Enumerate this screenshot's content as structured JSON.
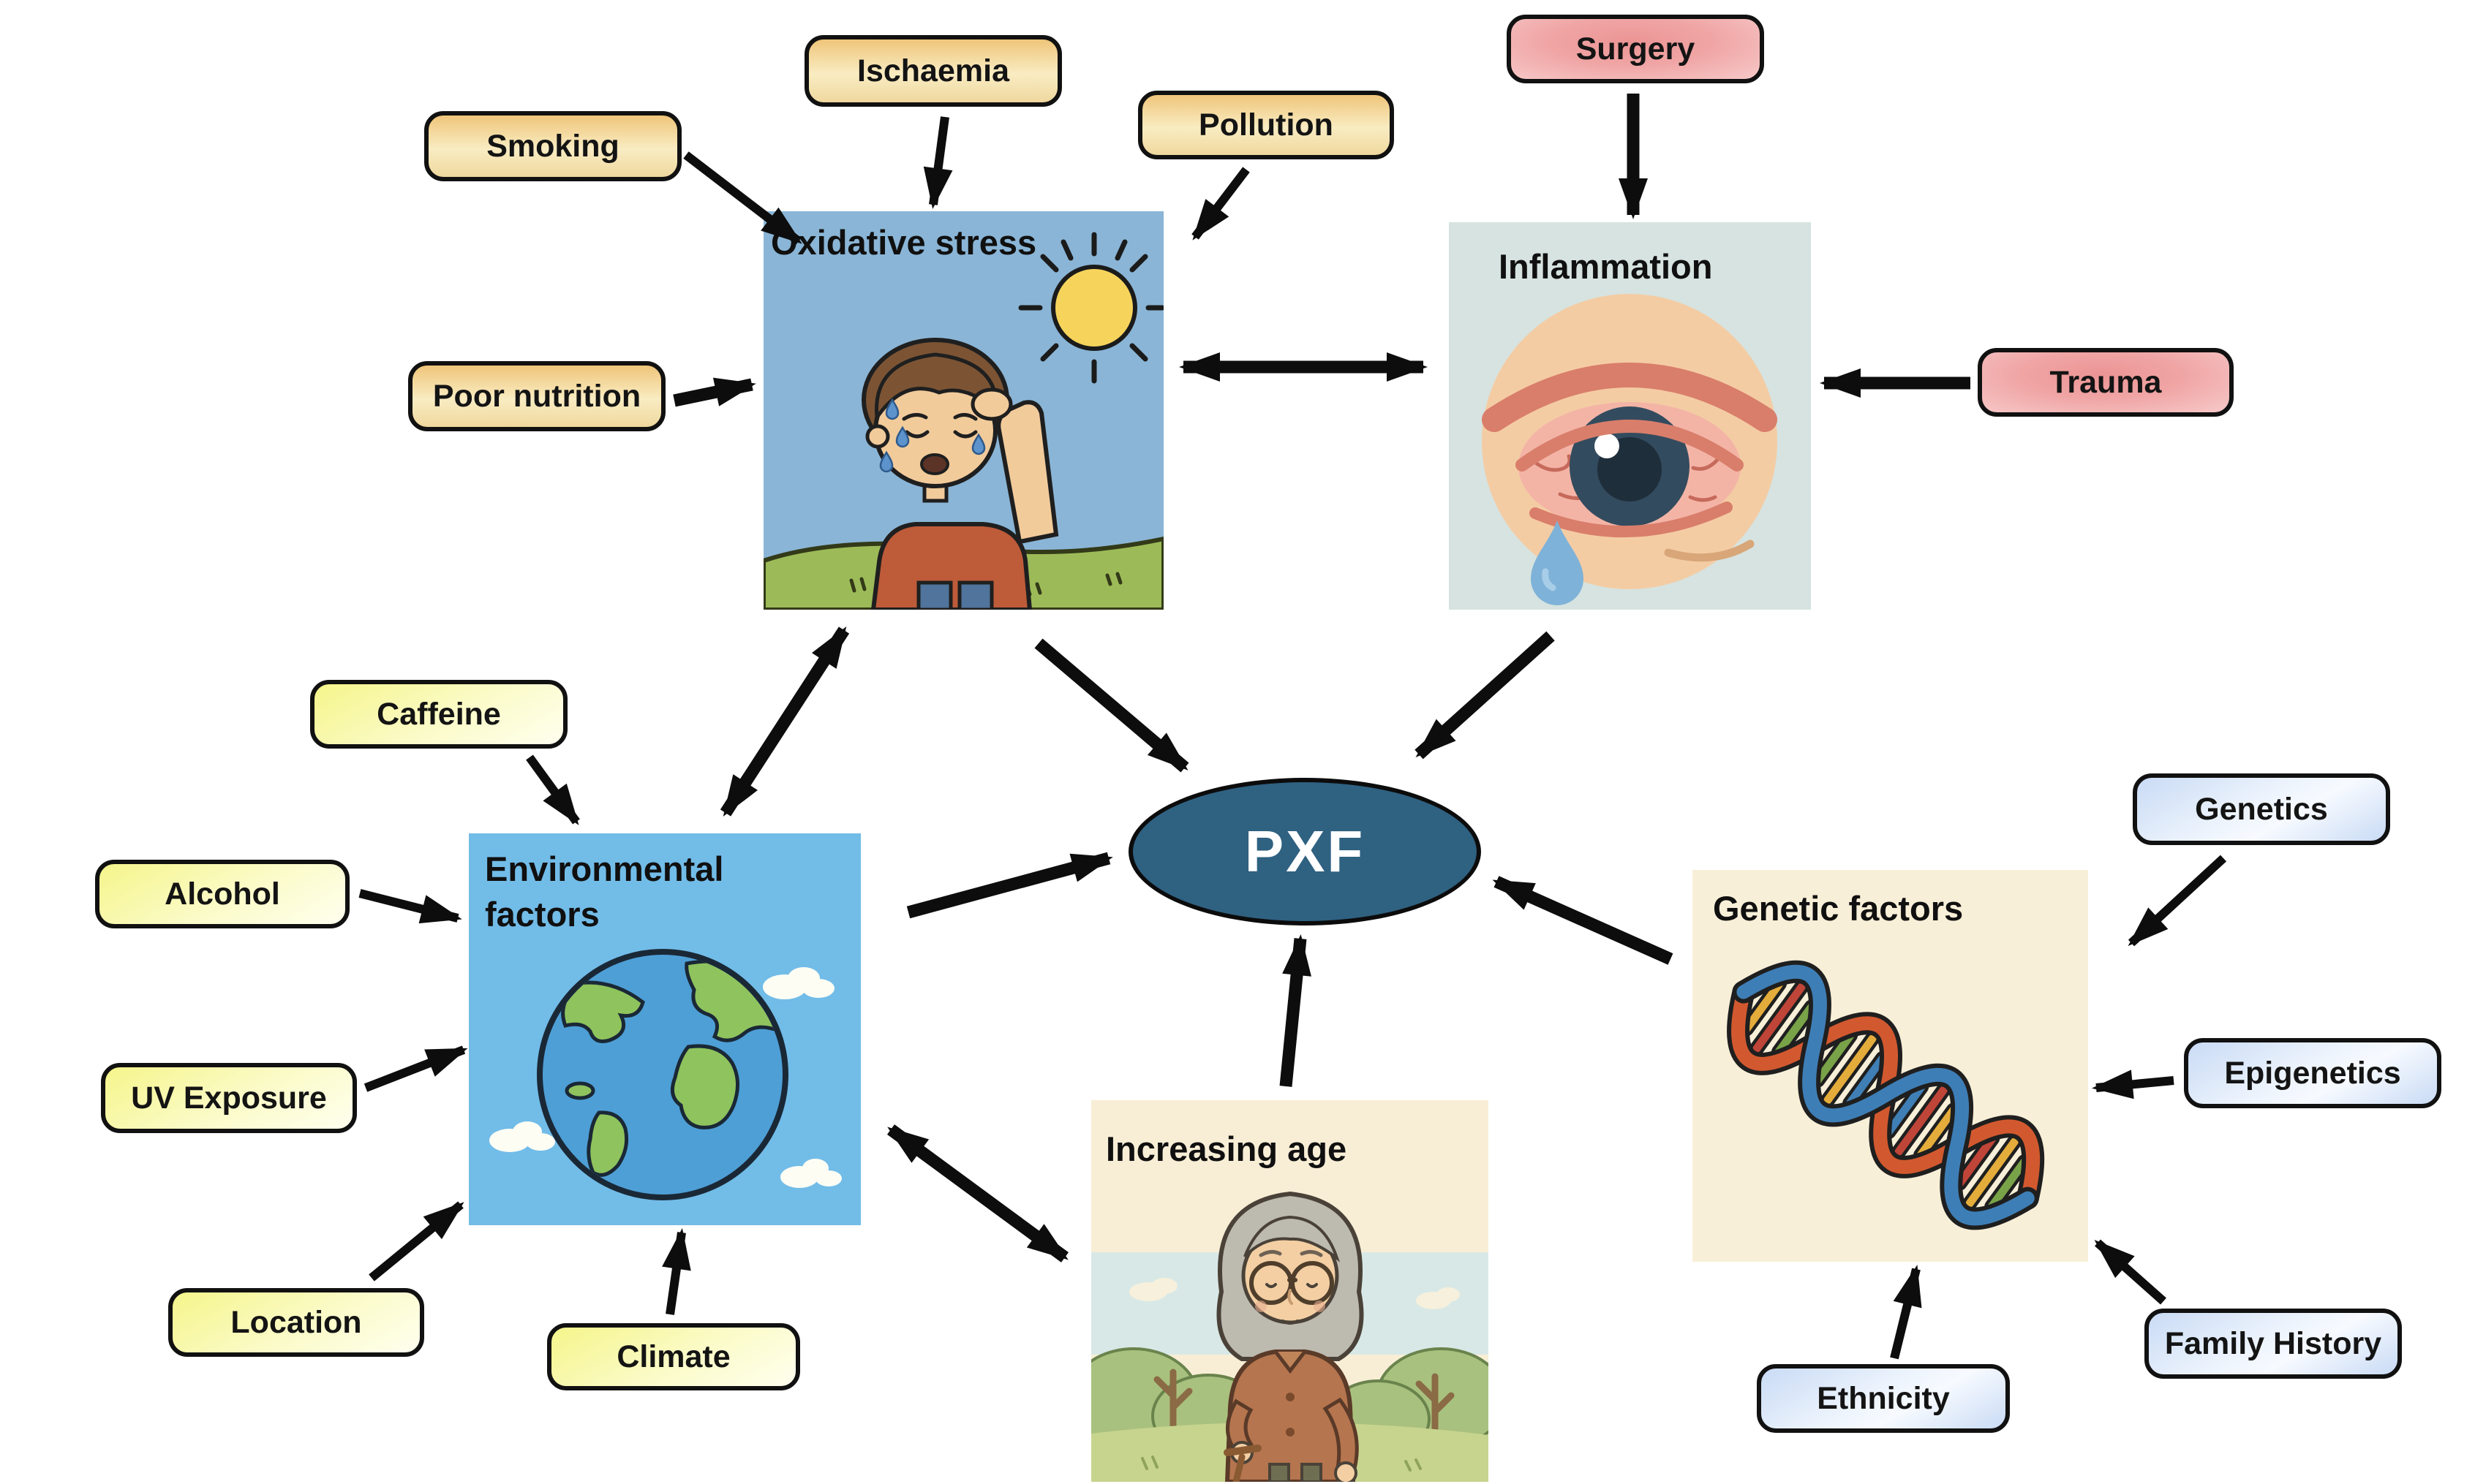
{
  "center_node": {
    "label": "PXF"
  },
  "panels": {
    "oxidative_stress": {
      "title": "Oxidative stress"
    },
    "inflammation": {
      "title": "Inflammation"
    },
    "environmental": {
      "title_line1": "Environmental",
      "title_line2": "factors"
    },
    "increasing_age": {
      "title": "Increasing age"
    },
    "genetic_factors": {
      "title": "Genetic factors"
    }
  },
  "factor_boxes": {
    "smoking": {
      "label": "Smoking",
      "style": "orange"
    },
    "ischaemia": {
      "label": "Ischaemia",
      "style": "orange"
    },
    "pollution": {
      "label": "Pollution",
      "style": "orange"
    },
    "poor_nutrition": {
      "label": "Poor nutrition",
      "style": "orange"
    },
    "surgery": {
      "label": "Surgery",
      "style": "red"
    },
    "trauma": {
      "label": "Trauma",
      "style": "red"
    },
    "caffeine": {
      "label": "Caffeine",
      "style": "yellow"
    },
    "alcohol": {
      "label": "Alcohol",
      "style": "yellow"
    },
    "uv_exposure": {
      "label": "UV Exposure",
      "style": "yellow"
    },
    "location": {
      "label": "Location",
      "style": "yellow"
    },
    "climate": {
      "label": "Climate",
      "style": "yellow"
    },
    "genetics": {
      "label": "Genetics",
      "style": "blue"
    },
    "epigenetics": {
      "label": "Epigenetics",
      "style": "blue"
    },
    "family_history": {
      "label": "Family History",
      "style": "blue"
    },
    "ethnicity": {
      "label": "Ethnicity",
      "style": "blue"
    }
  },
  "edges": [
    {
      "from": "Smoking",
      "to": "Oxidative stress"
    },
    {
      "from": "Ischaemia",
      "to": "Oxidative stress"
    },
    {
      "from": "Pollution",
      "to": "Oxidative stress"
    },
    {
      "from": "Poor nutrition",
      "to": "Oxidative stress"
    },
    {
      "from": "Surgery",
      "to": "Inflammation"
    },
    {
      "from": "Trauma",
      "to": "Inflammation"
    },
    {
      "from": "Oxidative stress",
      "to": "Inflammation",
      "bidirectional": true
    },
    {
      "from": "Oxidative stress",
      "to": "Environmental factors",
      "bidirectional": true
    },
    {
      "from": "Oxidative stress",
      "to": "PXF"
    },
    {
      "from": "Inflammation",
      "to": "PXF"
    },
    {
      "from": "Caffeine",
      "to": "Environmental factors"
    },
    {
      "from": "Alcohol",
      "to": "Environmental factors"
    },
    {
      "from": "UV Exposure",
      "to": "Environmental factors"
    },
    {
      "from": "Location",
      "to": "Environmental factors"
    },
    {
      "from": "Climate",
      "to": "Environmental factors"
    },
    {
      "from": "Environmental factors",
      "to": "PXF"
    },
    {
      "from": "Environmental factors",
      "to": "Increasing age",
      "bidirectional": true
    },
    {
      "from": "Increasing age",
      "to": "PXF"
    },
    {
      "from": "Genetic factors",
      "to": "PXF"
    },
    {
      "from": "Genetics",
      "to": "Genetic factors"
    },
    {
      "from": "Epigenetics",
      "to": "Genetic factors"
    },
    {
      "from": "Family History",
      "to": "Genetic factors"
    },
    {
      "from": "Ethnicity",
      "to": "Genetic factors"
    }
  ],
  "illustrations": [
    "sun-icon",
    "sweating-boy",
    "grass",
    "inflamed-eye",
    "tear-drop",
    "earth-globe",
    "cloud",
    "dna-helix",
    "elderly-woman",
    "bushes",
    "cane"
  ],
  "colors": {
    "arrow": "#0d0d0d",
    "box_border": "#111111",
    "orange_box_top": "#EFC57A",
    "orange_box_mid": "#F9ECC2",
    "orange_box_bottom": "#EFD89E",
    "yellow_box_start": "#F5F58B",
    "yellow_box_end": "#FFFFEF",
    "red_box_center": "#EC9494",
    "red_box_edge": "#F7C9C9",
    "blue_box_edge": "#C9DBF5",
    "blue_box_center": "#EFF5FD",
    "pxf_fill": "#2F6181",
    "pxf_text": "#FFFFFF",
    "oxidative_bg": "#8AB5D6",
    "inflammation_bg": "#D6E3E0",
    "environmental_bg": "#72BCE8",
    "increasing_age_bg": "#F8EED6",
    "genetic_bg": "#F8EFD8"
  }
}
